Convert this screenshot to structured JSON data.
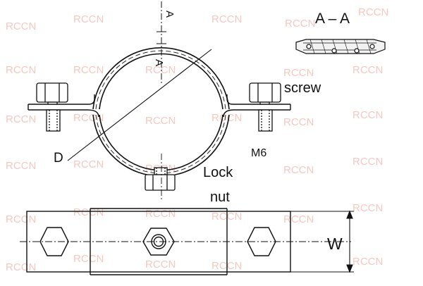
{
  "watermark": {
    "text": "RCCN"
  },
  "labels": {
    "section_title": "A – A",
    "section_mark_top": "A",
    "section_mark_bottom": "A",
    "diameter": "D",
    "screw": "screw",
    "thread": "M6",
    "locknut_line1": "Lock",
    "locknut_line2": "nut",
    "width": "W"
  },
  "colors": {
    "line": "#111111",
    "watermark": "#f3c9c1",
    "section_fill": "#f2f2f2"
  }
}
